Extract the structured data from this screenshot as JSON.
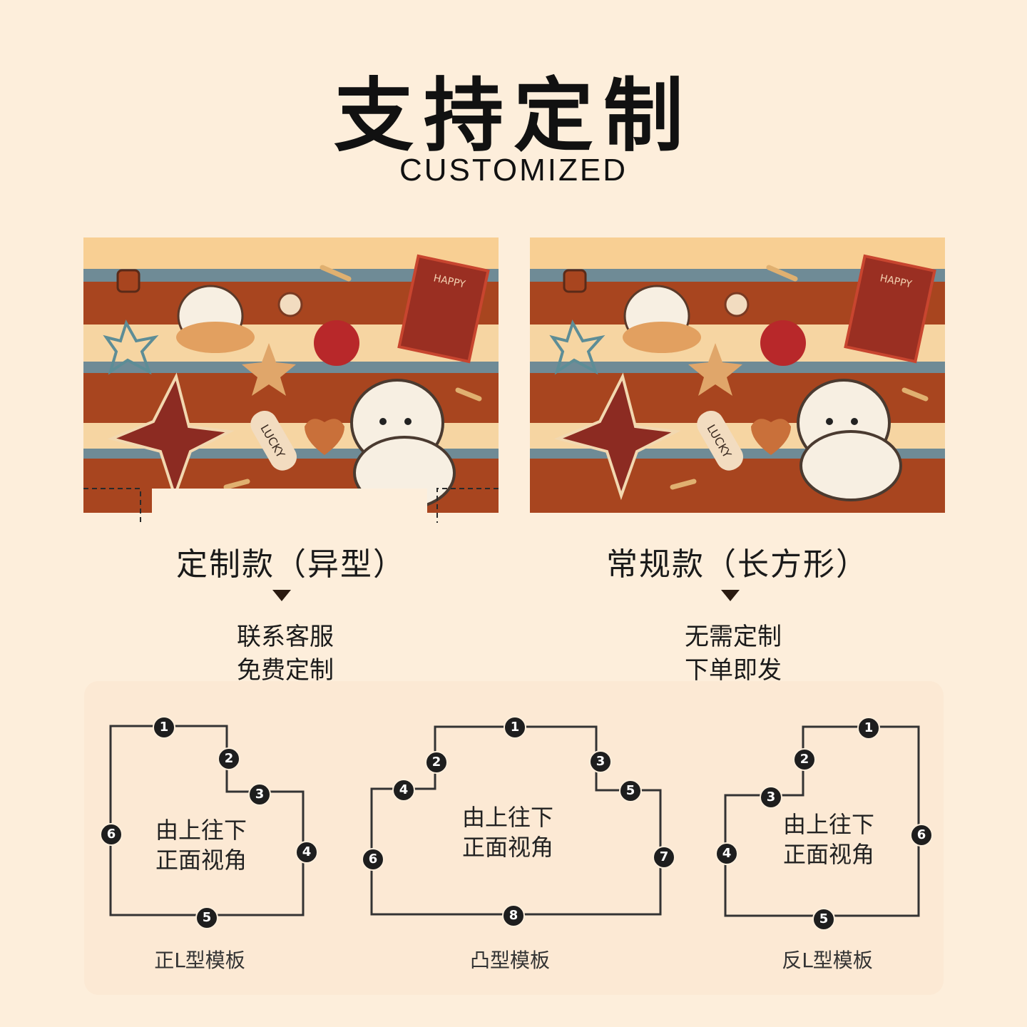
{
  "header": {
    "title": "支持定制",
    "subtitle": "CUSTOMIZED"
  },
  "products": [
    {
      "caption": "定制款（异型）",
      "note_line1": "联系客服",
      "note_line2": "免费定制",
      "sticker_text": {
        "happy": "HAPPY",
        "lucky": "LUCKY"
      }
    },
    {
      "caption": "常规款（长方形）",
      "note_line1": "无需定制",
      "note_line2": "下单即发",
      "sticker_text": {
        "happy": "HAPPY",
        "lucky": "LUCKY"
      }
    }
  ],
  "templates": [
    {
      "label": "正L型模板",
      "view_line1": "由上往下",
      "view_line2": "正面视角",
      "nodes": [
        "1",
        "2",
        "3",
        "4",
        "5",
        "6"
      ]
    },
    {
      "label": "凸型模板",
      "view_line1": "由上往下",
      "view_line2": "正面视角",
      "nodes": [
        "1",
        "2",
        "3",
        "4",
        "5",
        "6",
        "7",
        "8"
      ]
    },
    {
      "label": "反L型模板",
      "view_line1": "由上往下",
      "view_line2": "正面视角",
      "nodes": [
        "1",
        "2",
        "3",
        "4",
        "5",
        "6"
      ]
    }
  ],
  "colors": {
    "background": "#fdeedb",
    "rust": "#a8451f",
    "cream": "#f5cf93",
    "blue_grey": "#6f8b96",
    "plaid_red": "#8c2b22",
    "outline": "#3a3a3a"
  }
}
